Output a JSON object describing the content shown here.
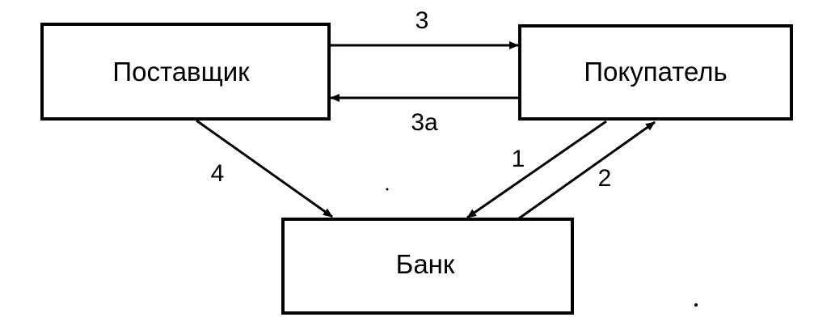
{
  "nodes": {
    "supplier": {
      "label": "Поставщик"
    },
    "buyer": {
      "label": "Покупатель"
    },
    "bank": {
      "label": "Банк"
    }
  },
  "edges": {
    "e3": {
      "label": "3",
      "from": "supplier",
      "to": "buyer"
    },
    "e3a": {
      "label": "3а",
      "from": "buyer",
      "to": "supplier"
    },
    "e1": {
      "label": "1",
      "from": "buyer",
      "to": "bank"
    },
    "e2": {
      "label": "2",
      "from": "bank",
      "to": "buyer"
    },
    "e4": {
      "label": "4",
      "from": "supplier",
      "to": "bank"
    }
  },
  "colors": {
    "stroke": "#000000",
    "background": "#ffffff"
  }
}
